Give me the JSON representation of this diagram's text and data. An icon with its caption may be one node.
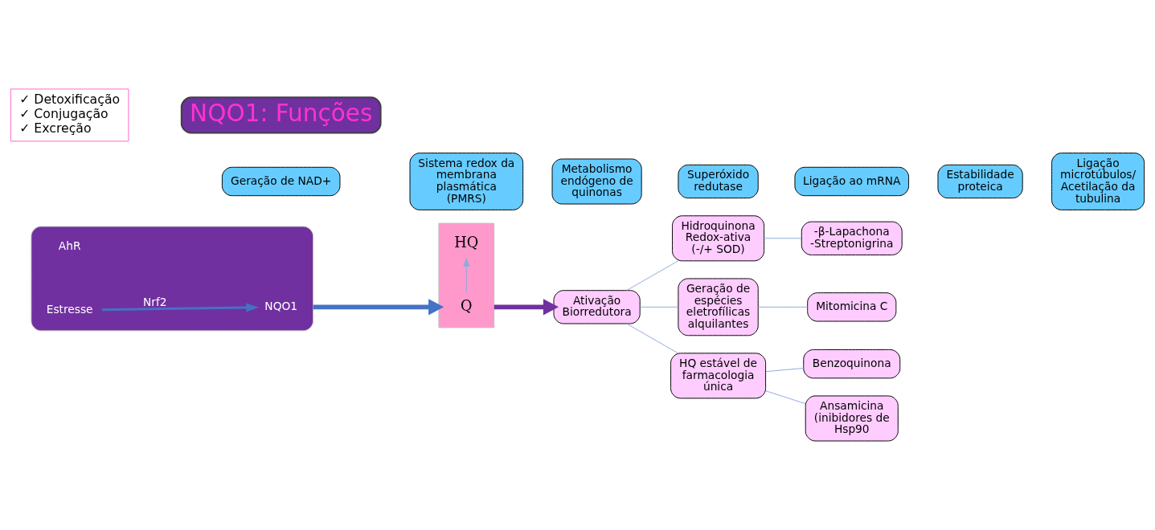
{
  "diagram": {
    "nodes": [
      {
        "text": [],
        "shape": "box"
      },
      {
        "text": [
          "Estresse"
        ],
        "in": 0
      },
      {
        "text": [
          "NQO1"
        ],
        "in": 0
      },
      {
        "text": [],
        "shape": "bar"
      },
      {
        "text": [
          "Q"
        ],
        "in": 3
      },
      {
        "text": [
          "HQ"
        ],
        "in": 3
      },
      {
        "text": [
          "✓ Detoxificação",
          "✓ Conjugação",
          "✓ Excreção"
        ]
      },
      {
        "text": [
          "Ativação Biorredutora"
        ]
      },
      {
        "text": [
          "Hidroquinona Redox-ativa",
          "(-/+ SOD)"
        ]
      },
      {
        "text": [
          "Geração de espécies eletrofílicas alquilantes"
        ]
      },
      {
        "text": [
          "HQ estável de farmacologia única"
        ]
      },
      {
        "text": [
          "-β-Lapachona",
          "-Streptonigrina"
        ]
      },
      {
        "text": [
          "Mitomicina C"
        ]
      },
      {
        "text": [
          "Benzoquinona"
        ]
      },
      {
        "text": [
          "Ansamicina (inibidores de Hsp90"
        ]
      },
      {
        "text": [
          "NQO1: Funções"
        ]
      },
      {
        "text": [
          "Geração de NAD+"
        ]
      },
      {
        "text": [
          "Sistema redox da membrana plasmática (PMRS)"
        ]
      },
      {
        "text": [
          "Metabolismo endógeno de quinonas"
        ]
      },
      {
        "text": [
          "Superóxido redutase"
        ]
      },
      {
        "text": [
          "Ligação ao mRNA"
        ]
      },
      {
        "text": [
          "Estabilidade proteica"
        ]
      },
      {
        "text": [
          "Ligação microtúbulos/ Acetilação da tubulina"
        ]
      }
    ],
    "edges": [
      {
        "from": 1,
        "to": 2,
        "arrow": "to",
        "label": "Nrf2"
      },
      {
        "from": 0,
        "to": 3,
        "arrow": "to",
        "style": "thick"
      },
      {
        "from": 4,
        "to": 5,
        "arrow": "to"
      },
      {
        "from": 3,
        "to": 7,
        "arrow": "to",
        "style": "thick",
        "color": "#7030a0"
      },
      {
        "from": 7,
        "to": 8,
        "arrow": "none"
      },
      {
        "from": 7,
        "to": 9,
        "arrow": "none"
      },
      {
        "from": 7,
        "to": 10,
        "arrow": "none"
      },
      {
        "from": 8,
        "to": 11,
        "arrow": "none"
      },
      {
        "from": 9,
        "to": 12,
        "arrow": "none"
      },
      {
        "from": 10,
        "to": 13,
        "arrow": "none"
      },
      {
        "from": 10,
        "to": 14,
        "arrow": "none"
      }
    ],
    "labels": [
      "AhR"
    ]
  }
}
